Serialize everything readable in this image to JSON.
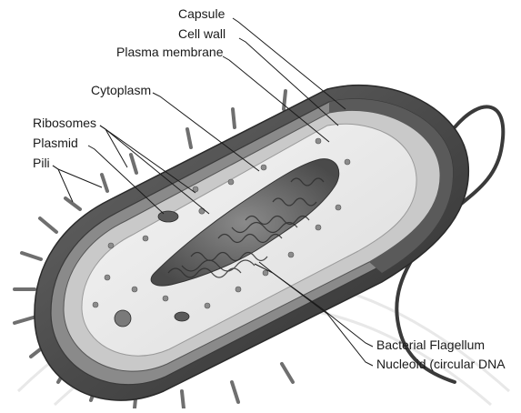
{
  "diagram": {
    "labels": {
      "capsule": "Capsule",
      "cell_wall": "Cell wall",
      "plasma_membrane": "Plasma membrane",
      "cytoplasm": "Cytoplasm",
      "ribosomes": "Ribosomes",
      "plasmid": "Plasmid",
      "pili": "Pili",
      "flagellum": "Bacterial Flagellum",
      "nucleoid": "Nucleoid (circular DNA"
    },
    "colors": {
      "capsule": "#4a4a4a",
      "cell_wall": "#8a8a8a",
      "membrane": "#c9c9c9",
      "cytoplasm": "#ececec",
      "nucleoid": "#6a6a6a",
      "leader_line": "#1a1a1a"
    }
  }
}
